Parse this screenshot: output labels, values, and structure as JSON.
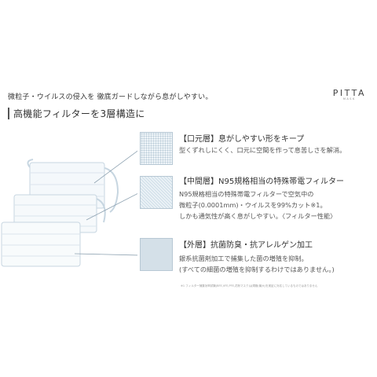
{
  "tagline": "微粒子・ウイルスの侵入を 徹底ガードしながら息がしやすい。",
  "brand": {
    "name": "PITTA",
    "sub": "MASK"
  },
  "heading": "高機能フィルターを3層構造に",
  "layers": [
    {
      "title": "【口元層】息がしやすい形をキープ",
      "lines": [
        "型くずれしにくく、口元に空間を作って息苦しさを解消。"
      ]
    },
    {
      "title": "【中間層】N95規格相当の特殊帯電フィルター",
      "lines": [
        "N95規格相当の特殊帯電フィルターで空気中の",
        "微粒子(0.0001mm)・ウイルスを99%カット※1。",
        "しかも通気性が高く息がしやすい。〈フィルター性能〉"
      ]
    },
    {
      "title": "【外層】抗菌防臭・抗アレルゲン加工",
      "lines": [
        "銀系抗菌剤加工で捕集した菌の増殖を抑制。",
        "(すべての細菌の増殖を抑制するわけではありません。)"
      ]
    }
  ],
  "footnote": "※1 フィルター捕集効率試験(BFE,VFE,PFE,花粉マスク)は規格(最大)を実証に対応しているものではありません",
  "colors": {
    "mask_edge": "#c7d6e1",
    "mask_fill": "#f4f8fb",
    "swatch_border": "#b7c8d4"
  }
}
